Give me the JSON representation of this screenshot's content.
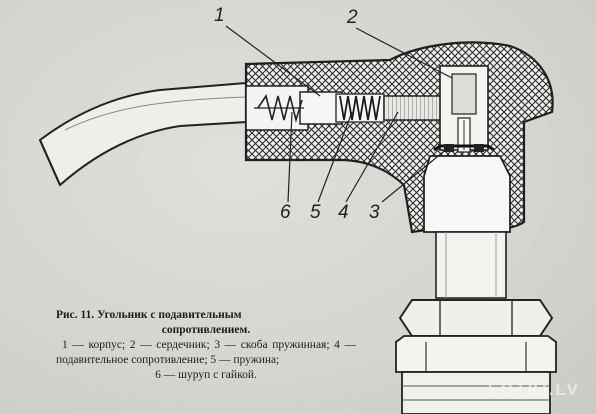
{
  "figure": {
    "callouts": [
      "1",
      "2",
      "3",
      "4",
      "5",
      "6"
    ],
    "caption": {
      "title_line1": "Рис. 11. Угольник с подавительным",
      "title_line2": "сопротивлением.",
      "legend_main": "1 — корпус; 2 — сердечник; 3 — скоба пружинная; 4 — подавительное сопротивление; 5 — пружина;",
      "legend_last": "6 — шуруп с гайкой."
    },
    "watermark": "FOTKI.LV"
  }
}
